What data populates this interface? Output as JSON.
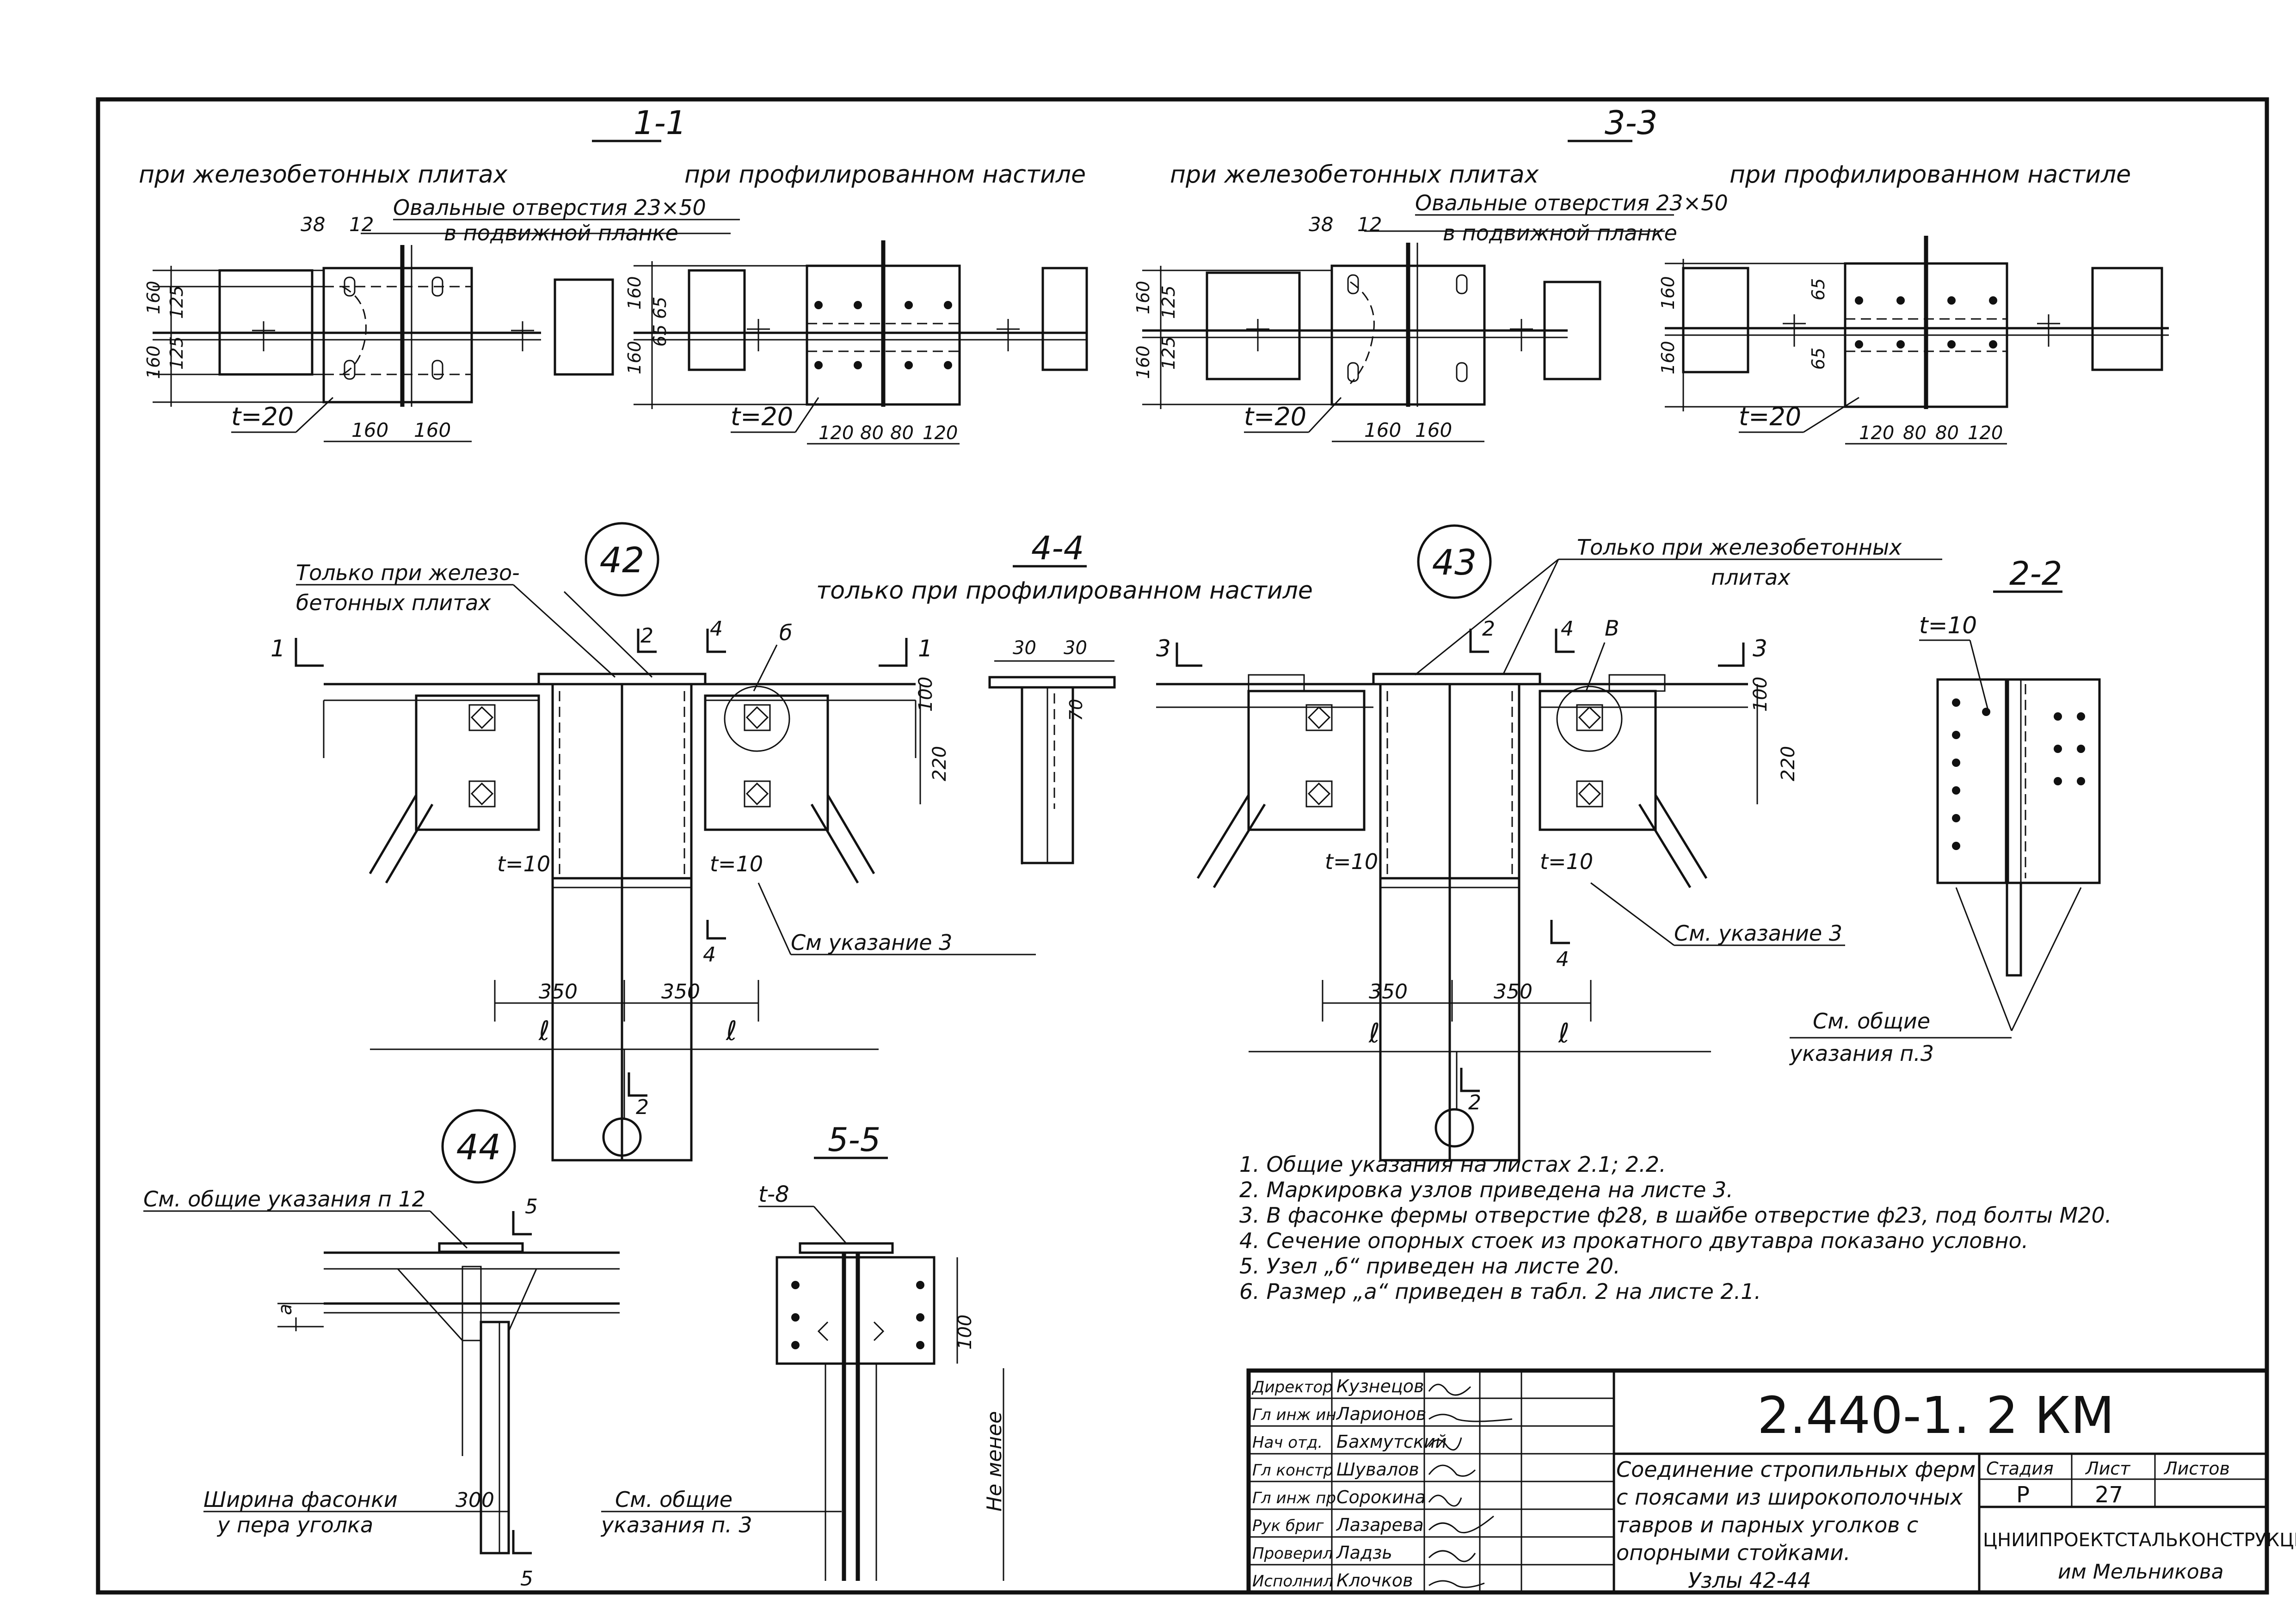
{
  "sections": {
    "s11": {
      "title": "1-1",
      "rc": "при железобетонных плитах",
      "prof": "при профилированном настиле",
      "note1": "Овальные отверстия 23×50",
      "note2": "в подвижной планке",
      "d38": "38",
      "d12": "12",
      "d160a": "160",
      "d125a": "125",
      "d125b": "125",
      "d160b": "160",
      "t": "t=20",
      "w1": "160",
      "w2": "160",
      "pd1": "160",
      "pd65a": "65",
      "pd65b": "65",
      "pd160": "160",
      "pt": "t=20",
      "p120a": "120",
      "p80a": "80",
      "p80b": "80",
      "p120b": "120"
    },
    "s33": {
      "title": "3-3",
      "rc": "при железобетонных плитах",
      "prof": "при профилированном настиле",
      "note1": "Овальные отверстия 23×50",
      "note2": "в подвижной планке",
      "d38": "38",
      "d12": "12",
      "d160a": "160",
      "d125a": "125",
      "d125b": "125",
      "d160b": "160",
      "t": "t=20",
      "w1": "160",
      "w2": "160",
      "pd160a": "160",
      "pd65a": "65",
      "pd65b": "65",
      "pd160b": "160",
      "pt": "t=20",
      "p120a": "120",
      "p80a": "80",
      "p80b": "80",
      "p120b": "120"
    },
    "s44": {
      "title": "4-4",
      "sub": "только при профилированном настиле",
      "d30a": "30",
      "d30b": "30",
      "d70": "70"
    },
    "s22": {
      "title": "2-2",
      "t": "t=10",
      "note1": "См. общие",
      "note2": "указания п.3"
    },
    "s55": {
      "title": "5-5",
      "t": "t-8",
      "d100": "100",
      "note1": "См. общие",
      "note2": "указания п. 3",
      "nm": "Не менее"
    }
  },
  "nodes": {
    "n42": {
      "num": "42",
      "label1": "Только при железо-",
      "label2": "бетонных плитах",
      "c1": "1",
      "c1b": "1",
      "c2": "2",
      "c4": "4",
      "c4b": "4",
      "cb": "б",
      "d100": "100",
      "d220": "220",
      "t1": "t=10",
      "t2": "t=10",
      "ref": "См указание 3",
      "w1": "350",
      "w2": "350",
      "l1": "ℓ",
      "l2": "ℓ",
      "axis2": "2"
    },
    "n43": {
      "num": "43",
      "label1": "Только при железобетонных",
      "label2": "плитах",
      "c3": "3",
      "c3b": "3",
      "c2": "2",
      "c4": "4",
      "c4b": "4",
      "cb": "В",
      "d100": "100",
      "d220": "220",
      "t1": "t=10",
      "t2": "t=10",
      "ref": "См. указание 3",
      "w1": "350",
      "w2": "350",
      "l1": "ℓ",
      "l2": "ℓ",
      "axis2": "2"
    },
    "n44": {
      "num": "44",
      "ref": "См. общие указания п 12",
      "c5": "5",
      "c5b": "5",
      "a": "а",
      "w_label1": "Ширина фасонки",
      "w_label2": "у пера уголка",
      "w300": "300"
    }
  },
  "notes": [
    "1. Общие указания на листах 2.1; 2.2.",
    "2. Маркировка узлов приведена на листе 3.",
    "3. В фасонке фермы отверстие ф28, в шайбе отверстие ф23, под болты М20.",
    "4. Сечение опорных стоек из прокатного двутавра показано условно.",
    "5. Узел „б“ приведен на листе 20.",
    "6. Размер „а“ приведен в табл. 2 на листе 2.1."
  ],
  "stamp": {
    "code": "2.440-1. 2 КМ",
    "title_lines": [
      "Соединение стропильных ферм",
      "с поясами из широкополочных",
      "тавров и парных уголков с",
      "опорными стойками.",
      "Узлы 42-44"
    ],
    "people": [
      {
        "role": "Директор",
        "name": "Кузнецов"
      },
      {
        "role": "Гл инж ин",
        "name": "Ларионов"
      },
      {
        "role": "Нач отд.",
        "name": "Бахмутский"
      },
      {
        "role": "Гл констр",
        "name": "Шувалов"
      },
      {
        "role": "Гл инж пр",
        "name": "Сорокина"
      },
      {
        "role": "Рук бриг",
        "name": "Лазарева"
      },
      {
        "role": "Проверил",
        "name": "Ладзь"
      },
      {
        "role": "Исполнил",
        "name": "Клочков"
      }
    ],
    "stage_label": "Стадия",
    "sheet_label": "Лист",
    "sheets_label": "Листов",
    "stage": "Р",
    "sheet": "27",
    "org1": "ЦНИИПРОЕКТСТАЛЬКОНСТРУКЦИЯ",
    "org2": "им Мельникова"
  }
}
